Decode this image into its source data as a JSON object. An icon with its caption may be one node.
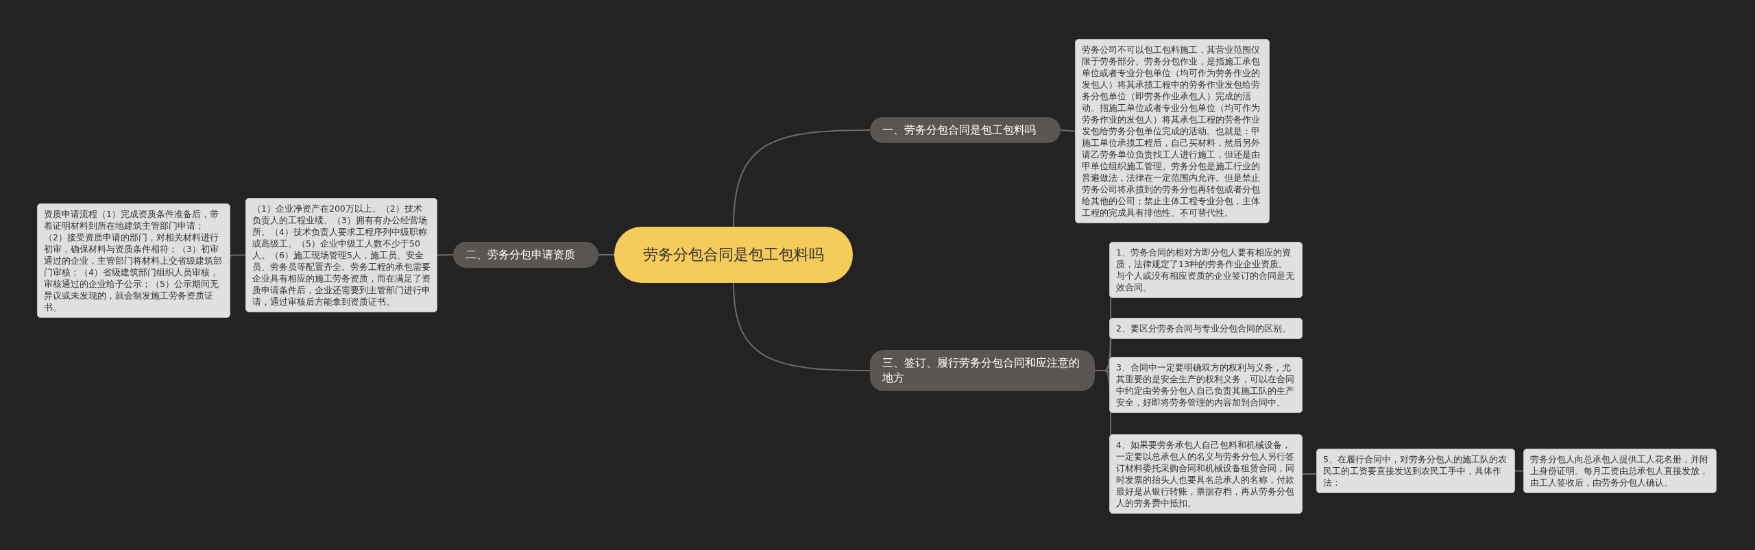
{
  "diagram": {
    "nodes": [
      {
        "text": [
          "劳务分包合同是包工包料吗"
        ]
      },
      {
        "text": [
          "一、劳务分包合同是包工包料吗"
        ]
      },
      {
        "text": [
          "劳务公司不可以包工包料施工，其营业范围仅限于劳务部分。劳务分包作业，是指施工承包单位或者专业分包单位（均可作为劳务作业的发包人）将其承揽工程中的劳务作业发包给劳务分包单位（即劳务作业承包人）完成的活动。指施工单位或者专业分包单位（均可作为劳务作业的发包人）将其承包工程的劳务作业发包给劳务分包单位完成的活动。也就是：甲施工单位承揽工程后，自己买材料，然后另外请乙劳务单位负责找工人进行施工，但还是由甲单位组织施工管理。劳务分包是施工行业的普遍做法，法律在一定范围内允许。但是禁止劳务公司将承揽到的劳务分包再转包或者分包给其他的公司；禁止主体工程专业分包，主体工程的完成具有排他性、不可替代性。"
        ]
      },
      {
        "text": [
          "二、劳务分包申请资质"
        ]
      },
      {
        "text": [
          "（1）企业净资产在200万以上。（2）技术负责人的工程业绩。（3）拥有有办公经营场所。（4）技术负责人要求工程序列中级职称或高级工。（5）企业中级工人数不少于50人。（6）施工现场管理5人，施工员、安全员、劳务员等配置齐全。劳务工程的承包需要企业具有相应的施工劳务资质，而在满足了资质申请条件后，企业还需要到主管部门进行申请，通过审核后方能拿到资质证书。"
        ]
      },
      {
        "text": [
          "资质申请流程（1）完成资质条件准备后，带着证明材料到所在地建筑主管部门申请；（2）接受资质申请的部门，对相关材料进行初审，确保材料与资质条件相符；（3）初审通过的企业，主管部门将材料上交省级建筑部门审核；（4）省级建筑部门组织人员审核，审核通过的企业给予公示；（5）公示期间无异议或未发现的，就会制发施工劳务资质证书。"
        ]
      },
      {
        "text": [
          "三、签订、履行劳务分包合同和应注意的地方"
        ]
      },
      {
        "text": [
          "1、劳务合同的相对方即分包人要有相应的资质，法律规定了13种的劳务作业企业资质。与个人或没有相应资质的企业签订的合同是无效合同。"
        ]
      },
      {
        "text": [
          "2、要区分劳务合同与专业分包合同的区别。"
        ]
      },
      {
        "text": [
          "3、合同中一定要明确双方的权利与义务，尤其重要的是安全生产的权利义务，可以在合同中约定由劳务分包人自己负责其施工队的生产安全，好即将劳务管理的内容加到合同中。"
        ]
      },
      {
        "text": [
          "4、如果要劳务承包人自己包料和机械设备，一定要以总承包人的名义与劳务分包人另行签订材料委托采购合同和机械设备租赁合同，同时发票的抬头人也要具名总承人的名称，付款最好是从银行转账，票据存档，再从劳务分包人的劳务费中抵扣。"
        ]
      },
      {
        "text": [
          "5、在履行合同中，对劳务分包人的施工队的农民工的工资要直接发送到农民工手中，具体作法："
        ]
      },
      {
        "text": [
          "劳务分包人向总承包人提供工人花名册，并附上身份证明。每月工资由总承包人直接发放，由工人签收后，由劳务分包人确认。"
        ]
      }
    ],
    "edges": [
      {
        "from": 0,
        "to": 1,
        "arrow": "none"
      },
      {
        "from": 1,
        "to": 2,
        "arrow": "none"
      },
      {
        "from": 0,
        "to": 3,
        "arrow": "none"
      },
      {
        "from": 3,
        "to": 4,
        "arrow": "none"
      },
      {
        "from": 4,
        "to": 5,
        "arrow": "none"
      },
      {
        "from": 0,
        "to": 6,
        "arrow": "none"
      },
      {
        "from": 6,
        "to": 7,
        "arrow": "none"
      },
      {
        "from": 6,
        "to": 8,
        "arrow": "none"
      },
      {
        "from": 6,
        "to": 9,
        "arrow": "none"
      },
      {
        "from": 6,
        "to": 10,
        "arrow": "none"
      },
      {
        "from": 10,
        "to": 11,
        "arrow": "none"
      },
      {
        "from": 11,
        "to": 12,
        "arrow": "none"
      }
    ]
  }
}
